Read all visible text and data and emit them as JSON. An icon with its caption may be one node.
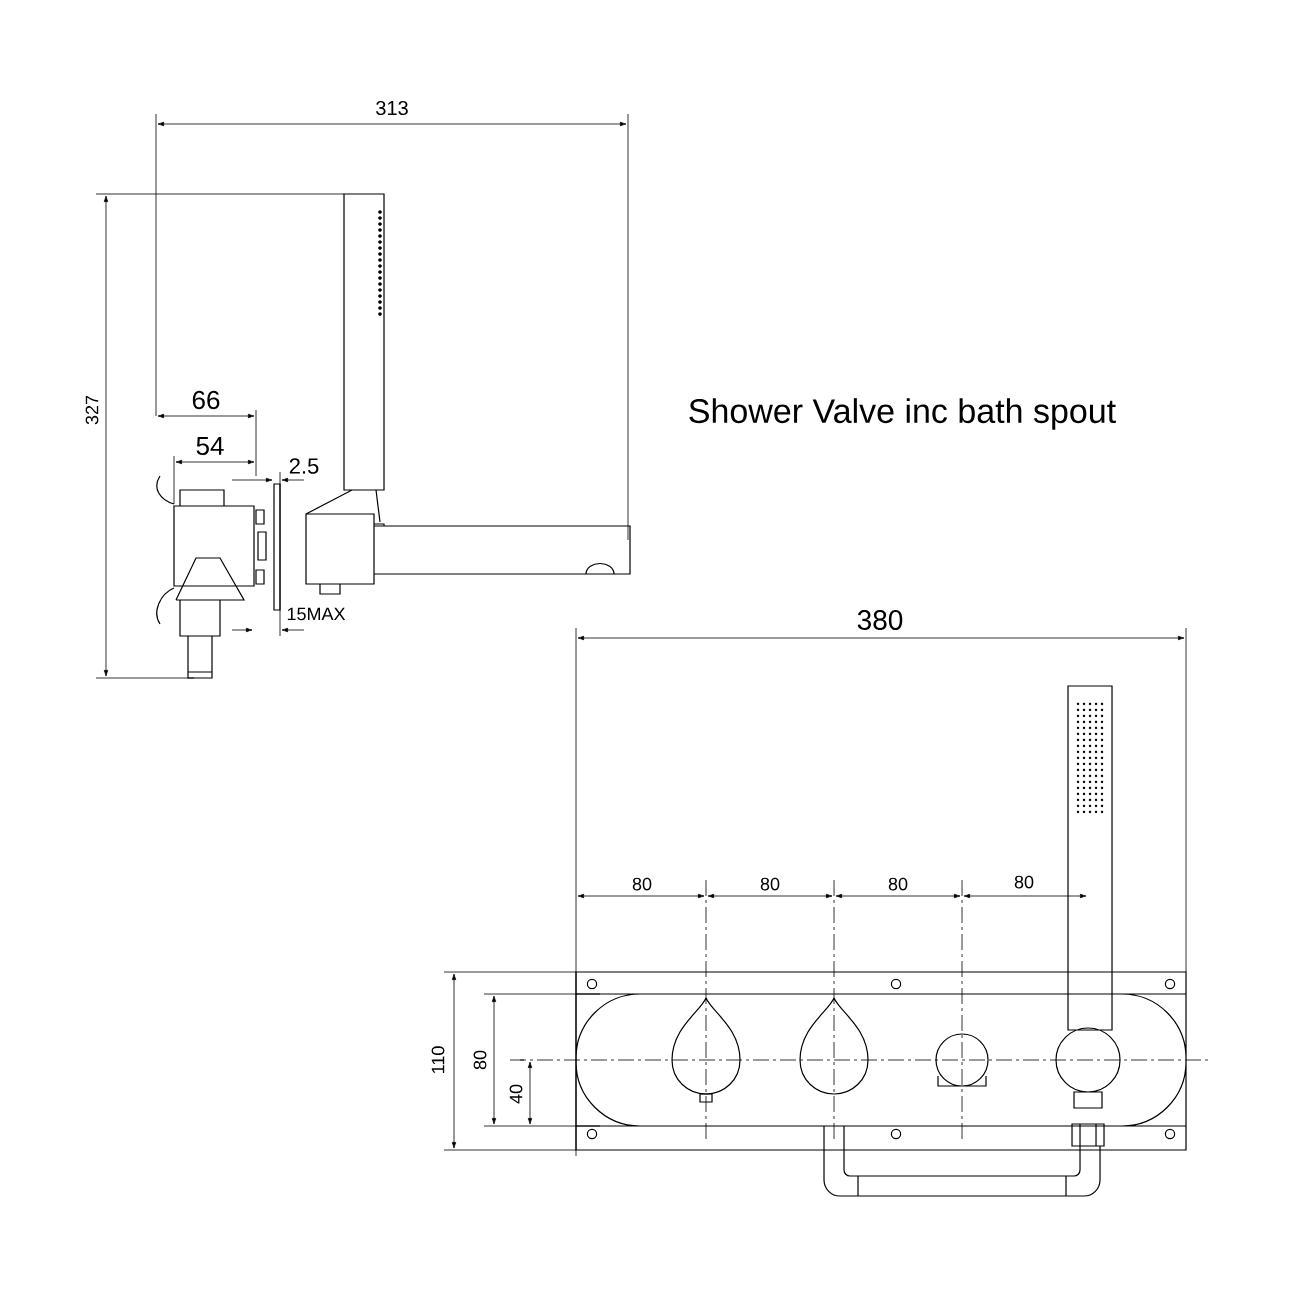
{
  "diagram": {
    "title": "Shower Valve inc bath spout",
    "labels": [
      "313",
      "66",
      "327",
      "54",
      "2.5",
      "15MAX",
      "380",
      "80",
      "80",
      "80",
      "80",
      "110",
      "80",
      "40"
    ]
  }
}
